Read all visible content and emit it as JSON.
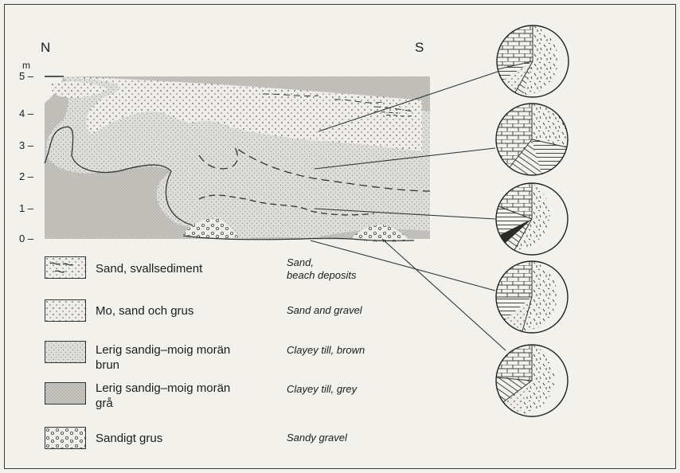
{
  "labels": {
    "north": "N",
    "south": "S",
    "unit": "m"
  },
  "y_axis": {
    "ticks": [
      "5 –",
      "4 –",
      "3 –",
      "2 –",
      "1 –",
      "0 –"
    ]
  },
  "legend": [
    {
      "swedish": "Sand, svallsediment",
      "english": "Sand,\nbeach deposits",
      "pattern": "sand-beach"
    },
    {
      "swedish": "Mo, sand och grus",
      "english": "Sand and gravel",
      "pattern": "sand-gravel"
    },
    {
      "swedish": "Lerig sandig–moig morän\nbrun",
      "english": "Clayey till, brown",
      "pattern": "till-brown"
    },
    {
      "swedish": "Lerig sandig–moig morän\ngrå",
      "english": "Clayey till, grey",
      "pattern": "till-grey"
    },
    {
      "swedish": "Sandigt grus",
      "english": "Sandy gravel",
      "pattern": "sandy-gravel"
    }
  ],
  "colors": {
    "background": "#f3f1ec",
    "till_grey": "#c9c7c2",
    "till_brown": "#dedcd7",
    "sand": "#efede8",
    "ink": "#2a2a2a"
  },
  "pie_charts": [
    {
      "position": "top"
    },
    {
      "position": "second"
    },
    {
      "position": "middle"
    },
    {
      "position": "fourth"
    },
    {
      "position": "bottom"
    }
  ]
}
